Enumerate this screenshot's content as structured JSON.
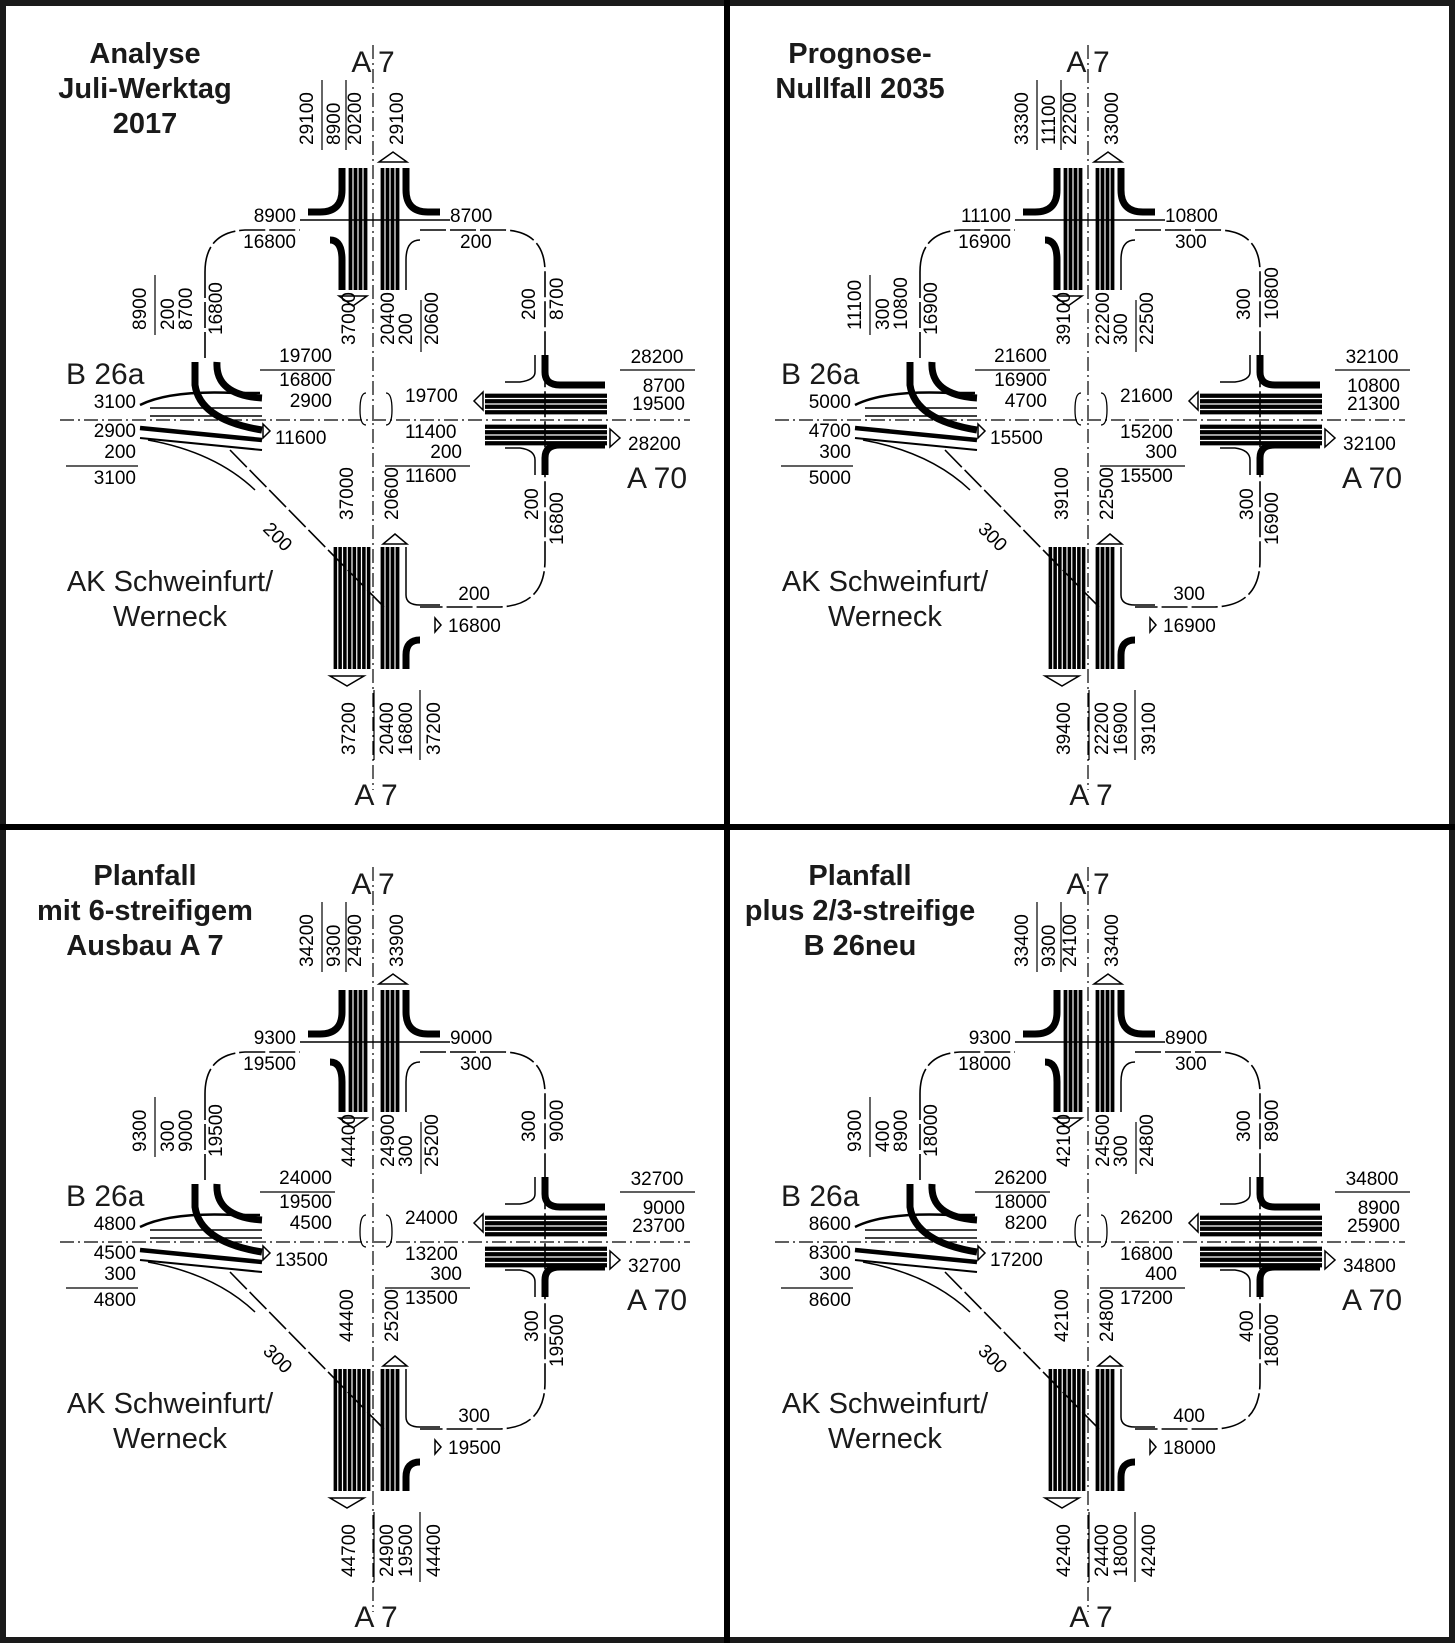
{
  "roads": {
    "a7": "A 7",
    "a70": "A 70",
    "b26a": "B 26a",
    "place_line1": "AK Schweinfurt/",
    "place_line2": "Werneck"
  },
  "panels": [
    {
      "title": [
        "Analyse",
        "Juli-Werktag",
        "2017"
      ],
      "n": {
        "in_total": "29100",
        "right": "8900",
        "through": "20200",
        "out_total": "29100"
      },
      "nw": {
        "top": "8900",
        "bot": "16800"
      },
      "ne": {
        "top": "8700",
        "bot": "200"
      },
      "wv": {
        "total": "8900",
        "a": "200",
        "b": "8700",
        "c": "16800"
      },
      "cw": {
        "top": "19700",
        "mid": "16800",
        "bot": "2900"
      },
      "cn": {
        "a": "37000",
        "b": "20400",
        "c": "200",
        "d": "20600"
      },
      "cr": {
        "a": "19700",
        "b": "11400",
        "c": "200",
        "d": "11600"
      },
      "ev": {
        "a": "200",
        "b": "8700"
      },
      "ef": {
        "a": "28200",
        "b": "8700",
        "c": "19500",
        "d": "28200"
      },
      "w": {
        "a": "3100",
        "b": "2900",
        "c": "200",
        "d": "3100",
        "e": "11600"
      },
      "diag": "200",
      "s": {
        "in_total": "37000",
        "through": "20600"
      },
      "es": {
        "a": "200",
        "b": "16800"
      },
      "sw": {
        "a": "200",
        "b": "16800"
      },
      "sb": {
        "out_total": "37200",
        "a": "20400",
        "b": "16800",
        "c": "37200"
      }
    },
    {
      "title": [
        "Prognose-",
        "Nullfall 2035"
      ],
      "n": {
        "in_total": "33300",
        "right": "11100",
        "through": "22200",
        "out_total": "33000"
      },
      "nw": {
        "top": "11100",
        "bot": "16900"
      },
      "ne": {
        "top": "10800",
        "bot": "300"
      },
      "wv": {
        "total": "11100",
        "a": "300",
        "b": "10800",
        "c": "16900"
      },
      "cw": {
        "top": "21600",
        "mid": "16900",
        "bot": "4700"
      },
      "cn": {
        "a": "39100",
        "b": "22200",
        "c": "300",
        "d": "22500"
      },
      "cr": {
        "a": "21600",
        "b": "15200",
        "c": "300",
        "d": "15500"
      },
      "ev": {
        "a": "300",
        "b": "10800"
      },
      "ef": {
        "a": "32100",
        "b": "10800",
        "c": "21300",
        "d": "32100"
      },
      "w": {
        "a": "5000",
        "b": "4700",
        "c": "300",
        "d": "5000",
        "e": "15500"
      },
      "diag": "300",
      "s": {
        "in_total": "39100",
        "through": "22500"
      },
      "es": {
        "a": "300",
        "b": "16900"
      },
      "sw": {
        "a": "300",
        "b": "16900"
      },
      "sb": {
        "out_total": "39400",
        "a": "22200",
        "b": "16900",
        "c": "39100"
      }
    },
    {
      "title": [
        "Planfall",
        "mit 6-streifigem",
        "Ausbau A 7"
      ],
      "n": {
        "in_total": "34200",
        "right": "9300",
        "through": "24900",
        "out_total": "33900"
      },
      "nw": {
        "top": "9300",
        "bot": "19500"
      },
      "ne": {
        "top": "9000",
        "bot": "300"
      },
      "wv": {
        "total": "9300",
        "a": "300",
        "b": "9000",
        "c": "19500"
      },
      "cw": {
        "top": "24000",
        "mid": "19500",
        "bot": "4500"
      },
      "cn": {
        "a": "44400",
        "b": "24900",
        "c": "300",
        "d": "25200"
      },
      "cr": {
        "a": "24000",
        "b": "13200",
        "c": "300",
        "d": "13500"
      },
      "ev": {
        "a": "300",
        "b": "9000"
      },
      "ef": {
        "a": "32700",
        "b": "9000",
        "c": "23700",
        "d": "32700"
      },
      "w": {
        "a": "4800",
        "b": "4500",
        "c": "300",
        "d": "4800",
        "e": "13500"
      },
      "diag": "300",
      "s": {
        "in_total": "44400",
        "through": "25200"
      },
      "es": {
        "a": "300",
        "b": "19500"
      },
      "sw": {
        "a": "300",
        "b": "19500"
      },
      "sb": {
        "out_total": "44700",
        "a": "24900",
        "b": "19500",
        "c": "44400"
      }
    },
    {
      "title": [
        "Planfall",
        "plus 2/3-streifige",
        "B 26neu"
      ],
      "n": {
        "in_total": "33400",
        "right": "9300",
        "through": "24100",
        "out_total": "33400"
      },
      "nw": {
        "top": "9300",
        "bot": "18000"
      },
      "ne": {
        "top": "8900",
        "bot": "300"
      },
      "wv": {
        "total": "9300",
        "a": "400",
        "b": "8900",
        "c": "18000"
      },
      "cw": {
        "top": "26200",
        "mid": "18000",
        "bot": "8200"
      },
      "cn": {
        "a": "42100",
        "b": "24500",
        "c": "300",
        "d": "24800"
      },
      "cr": {
        "a": "26200",
        "b": "16800",
        "c": "400",
        "d": "17200"
      },
      "ev": {
        "a": "300",
        "b": "8900"
      },
      "ef": {
        "a": "34800",
        "b": "8900",
        "c": "25900",
        "d": "34800"
      },
      "w": {
        "a": "8600",
        "b": "8300",
        "c": "300",
        "d": "8600",
        "e": "17200"
      },
      "diag": "300",
      "s": {
        "in_total": "42100",
        "through": "24800"
      },
      "es": {
        "a": "400",
        "b": "18000"
      },
      "sw": {
        "a": "400",
        "b": "18000"
      },
      "sb": {
        "out_total": "42400",
        "a": "24400",
        "b": "18000",
        "c": "42400"
      }
    }
  ]
}
